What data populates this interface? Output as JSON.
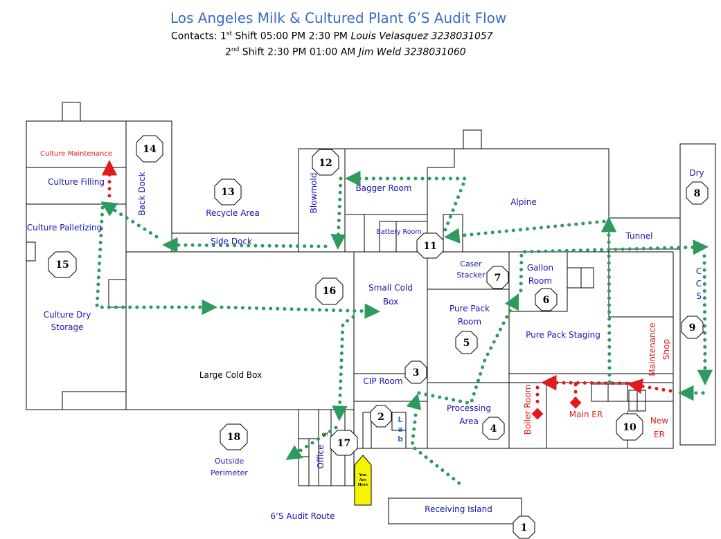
{
  "header": {
    "title": "Los Angeles Milk & Cultured Plant 6’S Audit Flow",
    "contacts_label": "Contacts: ",
    "shift1_num": "1",
    "shift1_sup": "st",
    "shift1_times": " Shift 05:00 PM 2:30 PM ",
    "shift1_person": "Louis Velasquez 3238031057",
    "shift2_num": "2",
    "shift2_sup": "nd",
    "shift2_times": " Shift 2:30 PM 01:00 AM ",
    "shift2_person": "Jim Weld 3238031060"
  },
  "areas": {
    "culture_maintenance": "Culture Maintenance",
    "culture_filling": "Culture Filling",
    "culture_palletizing": "Culture Palletizing",
    "culture_dry_1": "Culture Dry",
    "culture_dry_2": "Storage",
    "back_dock": "Back Dock",
    "recycle_area": "Recycle Area",
    "side_dock": "Side Dock",
    "blowmold": "Blowmold",
    "bagger_room": "Bagger Room",
    "battery_room": "Battery Room",
    "alpine": "Alpine",
    "tunnel": "Tunnel",
    "dry": "Dry",
    "ccs_c1": "C",
    "ccs_c2": "C",
    "ccs_s": "S",
    "caser_1": "Caser",
    "caser_2": "Stacker",
    "gallon_1": "Gallon",
    "gallon_2": "Room",
    "small_cold_1": "Small Cold",
    "small_cold_2": "Box",
    "pure_pack_1": "Pure Pack",
    "pure_pack_2": "Room",
    "pure_pack_staging": "Pure Pack Staging",
    "maintenance_shop_1": "Maintenance",
    "maintenance_shop_2": "Shop",
    "large_cold_box": "Large Cold Box",
    "cip_room": "CIP Room",
    "processing_1": "Processing",
    "processing_2": "Area",
    "boiler_room": "Boiler Room",
    "main_er": "Main ER",
    "new_er_1": "New",
    "new_er_2": "ER",
    "lab_l": "L",
    "lab_a": "a",
    "lab_b": "b",
    "office": "Office",
    "office_small": "Off",
    "outside_1": "Outside",
    "outside_2": "Perimeter",
    "receiving_island": "Receiving Island",
    "audit_route": "6’S Audit Route",
    "you_1": "You",
    "you_2": "Are",
    "you_3": "Here"
  },
  "stops": {
    "s1": "1",
    "s2": "2",
    "s3": "3",
    "s4": "4",
    "s5": "5",
    "s6": "6",
    "s7": "7",
    "s8": "8",
    "s9": "9",
    "s10": "10",
    "s11": "11",
    "s12": "12",
    "s13": "13",
    "s14": "14",
    "s15": "15",
    "s16": "16",
    "s17": "17",
    "s18": "18"
  },
  "colors": {
    "label_blue": "#1414b4",
    "title_blue": "#3a6cc8",
    "route_green": "#2e9a5e",
    "emergency_red": "#e11b1b",
    "you_are_here": "#f5f500"
  }
}
